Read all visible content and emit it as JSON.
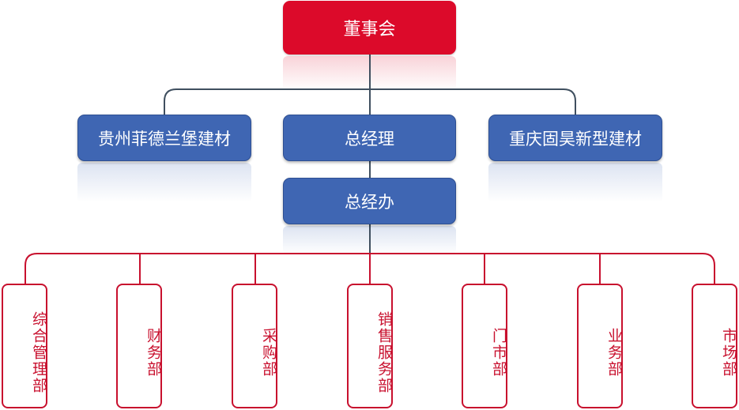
{
  "chart_data": {
    "type": "org-chart",
    "root": "董事会",
    "level2_left": "贵州菲德兰堡建材",
    "level2_center": "总经理",
    "level2_right": "重庆固昊新型建材",
    "level3": "总经办",
    "departments": [
      "综合管理部",
      "财务部",
      "采购部",
      "销售服务部",
      "门市部",
      "业务部",
      "市场部"
    ]
  },
  "colors": {
    "red": "#dc0a2a",
    "blue": "#3f66b3",
    "line_gray": "#3f4f5f",
    "line_red": "#c8102e"
  }
}
